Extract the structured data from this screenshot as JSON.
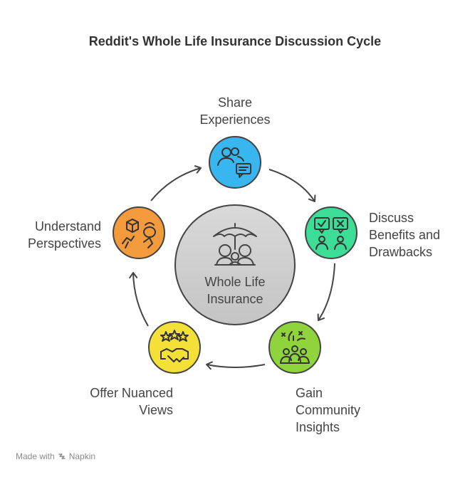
{
  "title": "Reddit's Whole Life Insurance Discussion Cycle",
  "center": {
    "label": "Whole Life\nInsurance",
    "icon": "umbrella-family-icon"
  },
  "nodes": [
    {
      "id": "share",
      "label": "Share\nExperiences",
      "color": "#38b6f0",
      "icon": "people-chat-icon"
    },
    {
      "id": "discuss",
      "label": "Discuss\nBenefits and\nDrawbacks",
      "color": "#3ddc97",
      "icon": "pros-cons-icon"
    },
    {
      "id": "gain",
      "label": "Gain\nCommunity\nInsights",
      "color": "#8fd33d",
      "icon": "community-insight-icon"
    },
    {
      "id": "offer",
      "label": "Offer Nuanced\nViews",
      "color": "#f5e03a",
      "icon": "stars-handshake-icon"
    },
    {
      "id": "understand",
      "label": "Understand\nPerspectives",
      "color": "#f39a3c",
      "icon": "perspective-heads-icon"
    }
  ],
  "footer": {
    "made_with": "Made with",
    "brand": "Napkin"
  }
}
